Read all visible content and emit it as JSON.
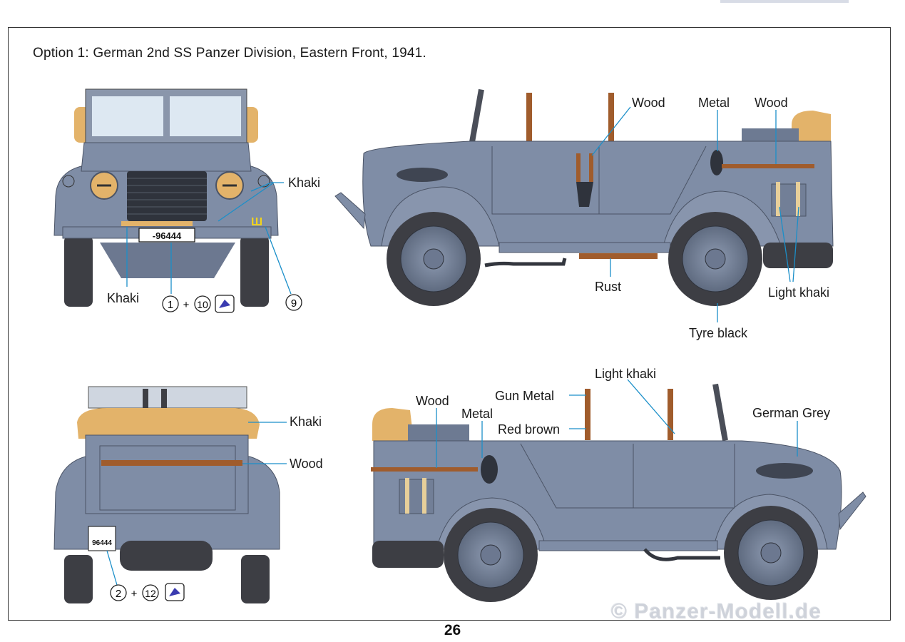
{
  "caption": "Option 1: German 2nd SS Panzer Division, Eastern Front, 1941.",
  "page_number": "26",
  "watermark": "© Panzer-Modell.de",
  "front_view": {
    "labels": {
      "khaki_right": "Khaki",
      "khaki_left": "Khaki"
    },
    "plate_text": "-96444",
    "decal_refs": {
      "a": "1",
      "plus": "+",
      "b": "10",
      "c": "9"
    }
  },
  "side_view_right": {
    "labels": {
      "wood_1": "Wood",
      "metal": "Metal",
      "wood_2": "Wood",
      "rust": "Rust",
      "light_khaki": "Light khaki",
      "tyre_black": "Tyre black"
    }
  },
  "rear_view": {
    "labels": {
      "khaki": "Khaki",
      "wood": "Wood"
    },
    "plate_text": "96444",
    "decal_refs": {
      "a": "2",
      "plus": "+",
      "b": "12"
    }
  },
  "side_view_left": {
    "labels": {
      "light_khaki": "Light khaki",
      "gun_metal": "Gun Metal",
      "wood": "Wood",
      "metal": "Metal",
      "red_brown": "Red brown",
      "german_grey": "German Grey"
    }
  },
  "colors": {
    "german_grey": "#7f8da6",
    "khaki": "#e3b36a",
    "wood": "#a05c2c",
    "tyre_black": "#3d3e44",
    "callout": "#1b8fc9"
  }
}
